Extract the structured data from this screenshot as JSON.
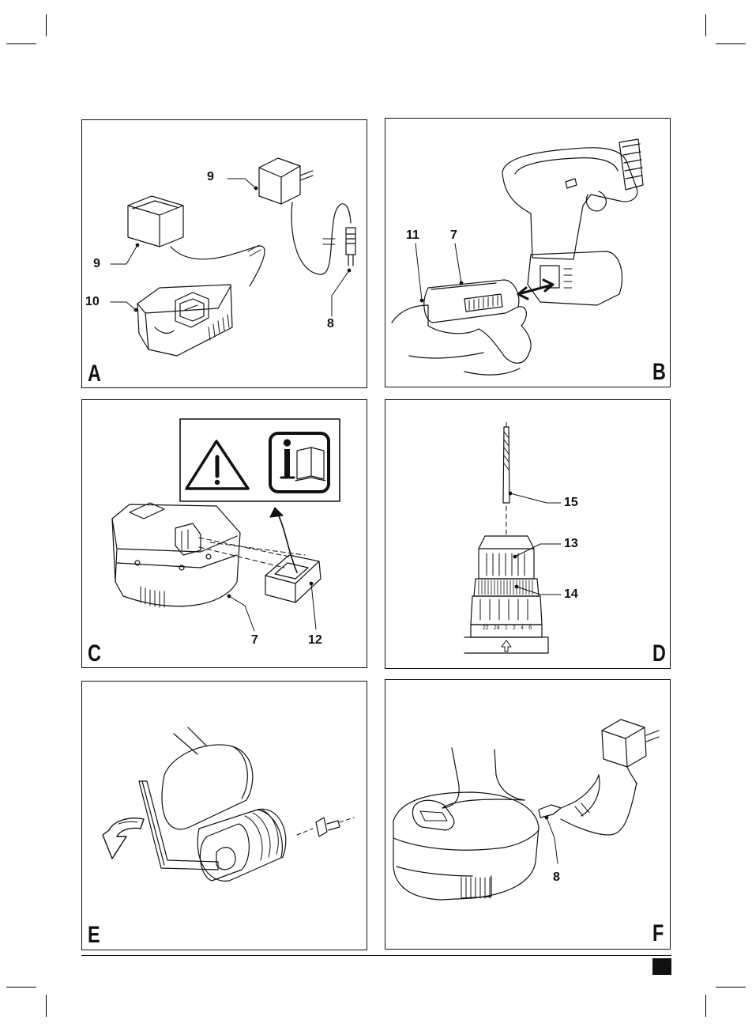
{
  "panels": {
    "A": {
      "letter": "A",
      "callouts": [
        "9",
        "9",
        "10",
        "8"
      ]
    },
    "B": {
      "letter": "B",
      "callouts": [
        "11",
        "7"
      ]
    },
    "C": {
      "letter": "C",
      "callouts": [
        "7",
        "12"
      ]
    },
    "D": {
      "letter": "D",
      "callouts": [
        "15",
        "13",
        "14"
      ],
      "collar_scale": "22 · 24 · 1 · 2 · 4 · 6"
    },
    "E": {
      "letter": "E",
      "callouts": []
    },
    "F": {
      "letter": "F",
      "callouts": [
        "8"
      ]
    }
  },
  "icons": [
    "warning-triangle-icon",
    "read-manual-icon",
    "double-arrow-icon",
    "rotate-arrow-icon"
  ],
  "colors": {
    "ink": "#111111",
    "paper": "#ffffff"
  }
}
